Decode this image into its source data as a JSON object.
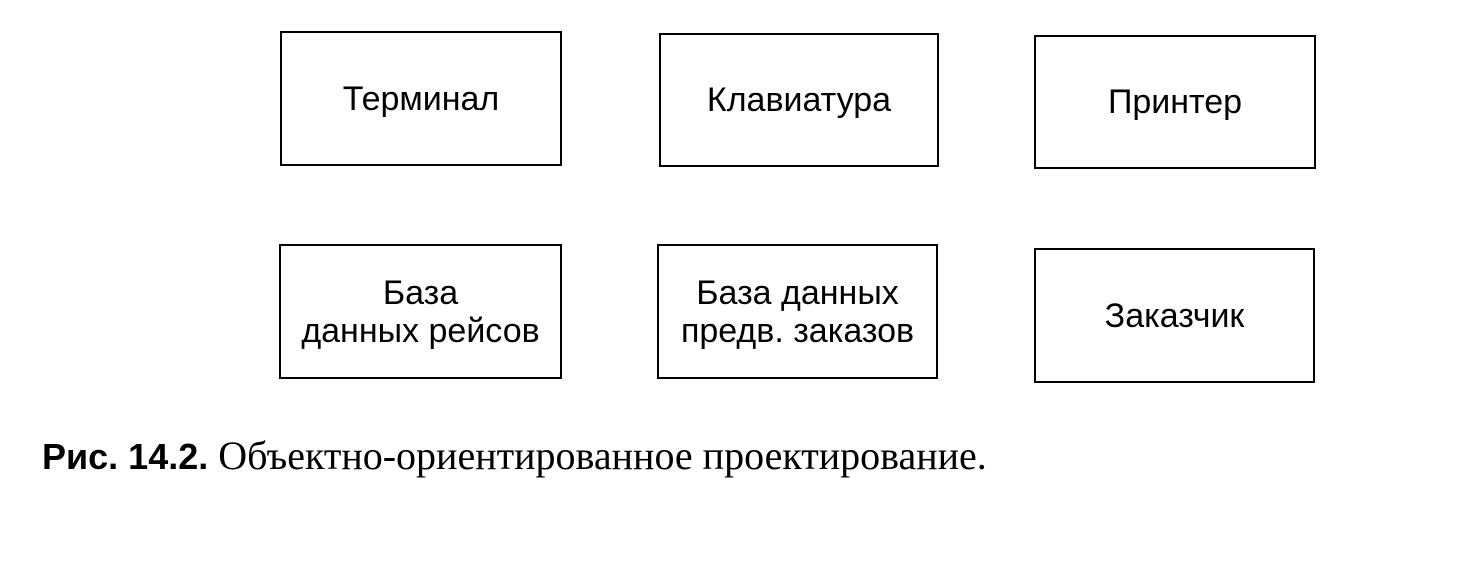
{
  "objects": [
    {
      "lines": [
        "Терминал"
      ]
    },
    {
      "lines": [
        "Клавиатура"
      ]
    },
    {
      "lines": [
        "Принтер"
      ]
    },
    {
      "lines": [
        "База",
        "данных рейсов"
      ]
    },
    {
      "lines": [
        "База данных",
        "предв. заказов"
      ]
    },
    {
      "lines": [
        "Заказчик"
      ]
    }
  ],
  "caption": {
    "number": "Рис. 14.2.",
    "text": "Объектно-ориентированное проектирование."
  }
}
